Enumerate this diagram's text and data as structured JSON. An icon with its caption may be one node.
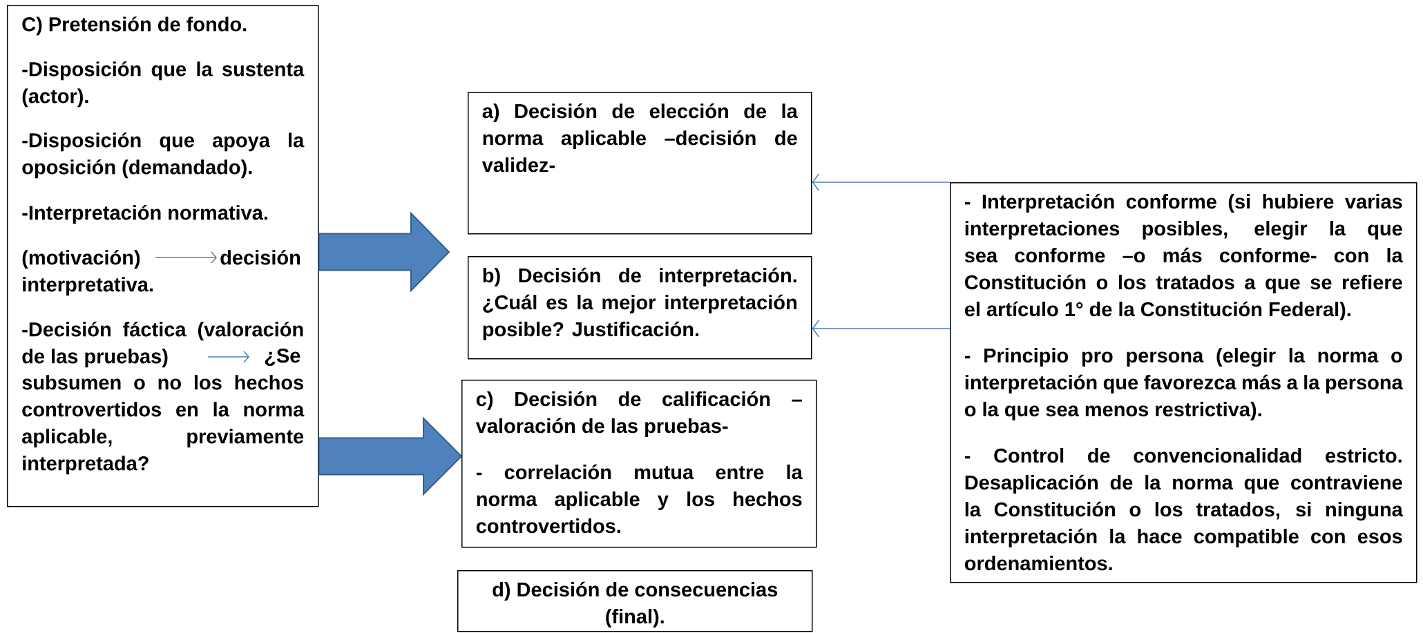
{
  "diagram": {
    "nodes": [
      {
        "text": [
          "C) Pretensión de fondo.",
          "-Disposición que la sustenta (actor).",
          "-Disposición que apoya la oposición (demandado).",
          "-Interpretación normativa.",
          "(motivación)",
          "decisión interpretativa.",
          "-Decisión fáctica (valoración de las pruebas)",
          "¿Se subsumen o no los hechos controvertidos en la norma aplicable, previamente interpretada?"
        ]
      },
      {
        "text": [
          "a) Decisión de elección de la norma aplicable –decisión de validez-"
        ]
      },
      {
        "text": [
          "b) Decisión de interpretación. ¿Cuál es la mejor interpretación posible? Justificación."
        ]
      },
      {
        "text": [
          "c) Decisión de calificación –valoración de las pruebas-",
          "- correlación mutua entre la norma aplicable y los hechos controvertidos."
        ]
      },
      {
        "text": [
          "d) Decisión de consecuencias (final)."
        ]
      },
      {
        "text": [
          "- Interpretación conforme (si hubiere varias interpretaciones posibles, elegir la que sea conforme –o más conforme- con la Constitución o los tratados a que se refiere el artículo 1° de la Constitución Federal).",
          "- Principio pro persona (elegir la norma o interpretación que favorezca más a la persona o la que sea menos restrictiva).",
          "- Control de convencionalidad estricto. Desaplicación de la norma que contraviene la Constitución o los tratados, si ninguna interpretación la hace compatible con esos ordenamientos."
        ]
      }
    ],
    "edges": [
      {
        "from": 0,
        "to": 1,
        "arrow": "to",
        "style": "thick"
      },
      {
        "from": 0,
        "to": 2,
        "arrow": "to",
        "style": "thick"
      },
      {
        "from": 0,
        "to": 3,
        "arrow": "to",
        "style": "thick"
      },
      {
        "from": 5,
        "to": 1,
        "arrow": "to"
      },
      {
        "from": 5,
        "to": 2,
        "arrow": "to"
      }
    ]
  }
}
